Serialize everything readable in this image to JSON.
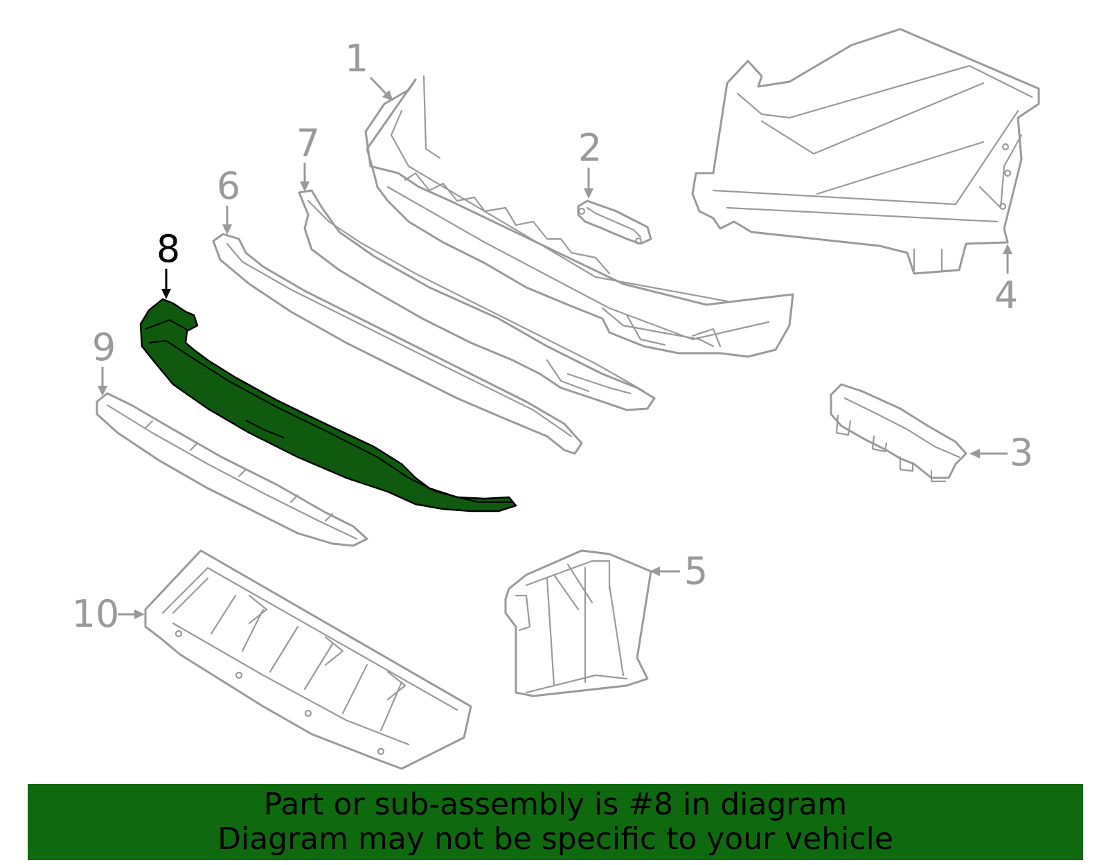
{
  "diagram": {
    "callouts": [
      "1",
      "2",
      "3",
      "4",
      "5",
      "6",
      "7",
      "8",
      "9",
      "10"
    ],
    "highlighted": "8",
    "colors": {
      "outline": "#9a9a9a",
      "highlight_fill": "#0f5a0f",
      "banner": "#0f6a0f",
      "highlight_text": "#000000"
    }
  },
  "footer": {
    "line1": "Part or sub-assembly is #8 in diagram",
    "line2": "Diagram may not be specific to your vehicle"
  }
}
